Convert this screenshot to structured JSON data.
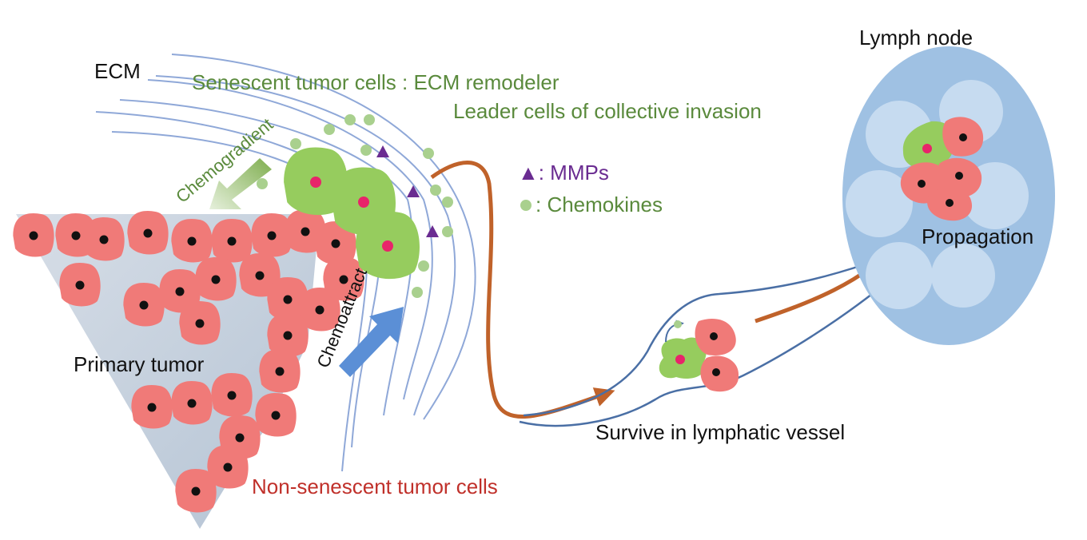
{
  "labels": {
    "ecm": "ECM",
    "senescent_line1": "Senescent tumor cells : ECM remodeler",
    "senescent_line2": "Leader cells of collective invasion",
    "chemogradient": "Chemogradient",
    "mmps": "▲: MMPs",
    "chemokines": ": Chemokines",
    "primary_tumor": "Primary tumor",
    "chemoattract": "Chemoattract",
    "non_senescent": "Non-senescent tumor cells",
    "survive": "Survive in lymphatic vessel",
    "lymph_node": "Lymph node",
    "propagation": "Propagation"
  },
  "colors": {
    "tumor_cell": "#f07a78",
    "tumor_cell_edge": "#e0605f",
    "nucleus": "#111111",
    "senescent_cell": "#96cc5e",
    "senescent_nucleus": "#e8246a",
    "mmp": "#6a2c91",
    "chemokine": "#a9d08e",
    "ecm_fiber": "#8fa8d8",
    "tumor_mass": "#c3cfdc",
    "lymph_node_fill": "#9fc1e3",
    "lymph_follicle": "#c6dbf0",
    "vessel": "#4a6fa5",
    "route_arrow": "#c0622a",
    "chemoattract_arrow": "#5b8fd6",
    "green_text": "#5a8a3c",
    "purple_text": "#6a2c91",
    "red_text": "#c0302a"
  }
}
